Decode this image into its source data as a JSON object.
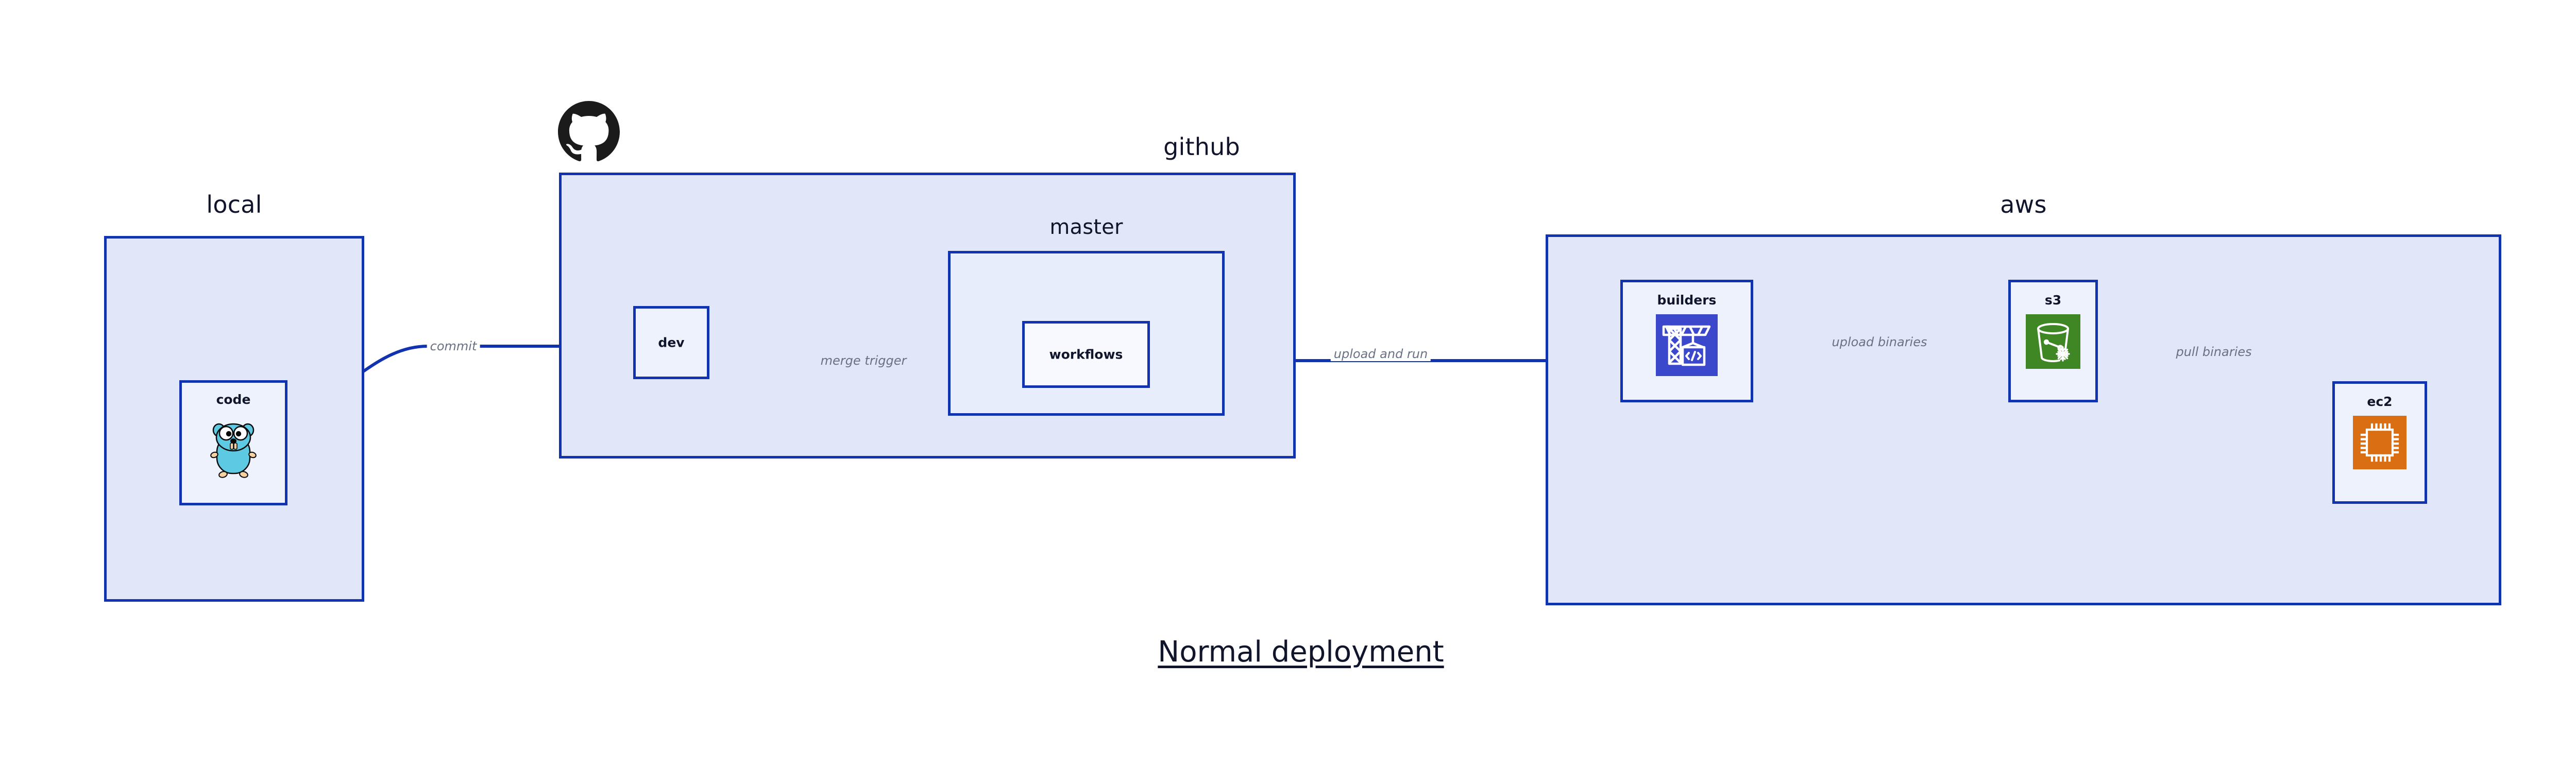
{
  "diagram": {
    "title": "Normal deployment",
    "background": "#ffffff",
    "accent_color": "#1233B0",
    "group_fill": "#E1E6F9",
    "node_fill": "#EEF2FC",
    "label_color": "#11152B",
    "edge_label_color": "#6A7185"
  },
  "groups": {
    "local": {
      "label": "local",
      "nodes": {
        "code": {
          "label": "code",
          "icon": "go-gopher-icon"
        }
      }
    },
    "github": {
      "label": "github",
      "logo": "github-octocat-icon",
      "nodes": {
        "dev": {
          "label": "dev"
        }
      },
      "subgroups": {
        "master": {
          "label": "master",
          "nodes": {
            "workflows": {
              "label": "workflows"
            }
          }
        }
      }
    },
    "aws": {
      "label": "aws",
      "nodes": {
        "builders": {
          "label": "builders",
          "icon": "aws-crane-code-icon",
          "icon_color": "#3B48CC"
        },
        "s3": {
          "label": "s3",
          "icon": "aws-s3-bucket-icon",
          "icon_color": "#3F8624"
        },
        "ec2": {
          "label": "ec2",
          "icon": "aws-ec2-chip-icon",
          "icon_color": "#D96E12"
        }
      }
    }
  },
  "edges": [
    {
      "id": "commit",
      "label": "commit",
      "from": "code",
      "to": "dev"
    },
    {
      "id": "merge-trigger",
      "label": "merge trigger",
      "from": "dev",
      "to": "workflows"
    },
    {
      "id": "upload-and-run",
      "label": "upload and run",
      "from": "workflows",
      "to": "builders"
    },
    {
      "id": "upload-binaries",
      "label": "upload binaries",
      "from": "builders",
      "to": "s3"
    },
    {
      "id": "pull-binaries",
      "label": "pull binaries",
      "from": "s3",
      "to": "ec2"
    }
  ]
}
